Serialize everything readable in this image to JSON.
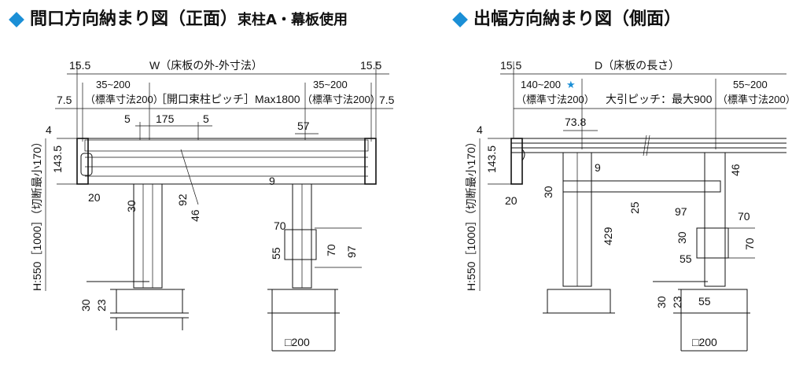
{
  "left": {
    "title": "間口方向納まり図（正面）",
    "subtitle": "束柱A・幕板使用",
    "dims": {
      "w_overall": "W（床板の外-外寸法）",
      "d155_left": "15.5",
      "d155_right": "15.5",
      "d75_left": "7.5",
      "d75_right": "7.5",
      "std_left_range": "35~200",
      "std_left_label": "（標準寸法200）",
      "std_right_range": "35~200",
      "std_right_label": "（標準寸法200）",
      "pitch": "［開口束柱ピッチ］Max1800",
      "d5_a": "5",
      "d175": "175",
      "d5_b": "5",
      "d57": "57",
      "d4": "4",
      "d1435": "143.5",
      "d9": "9",
      "d20": "20",
      "d30_top": "30",
      "d92": "92",
      "d46": "46",
      "d70_a": "70",
      "d70_b": "70",
      "d97": "97",
      "d55": "55",
      "d30_bot": "30",
      "d23": "23",
      "height_label": "H:550［1000］（切断最小170）",
      "footing": "□200"
    }
  },
  "right": {
    "title": "出幅方向納まり図（側面）",
    "dims": {
      "d155": "15.5",
      "d_overall": "D（床板の長さ）",
      "std_left_range": "140~200",
      "std_left_star": "★",
      "std_left_label": "（標準寸法200）",
      "pitch": "大引ピッチ：最大900",
      "std_right_range": "55~200",
      "std_right_label": "（標準寸法200）",
      "d738": "73.8",
      "d4": "4",
      "d1435": "143.5",
      "d9": "9",
      "d46": "46",
      "d30_a": "30",
      "d20": "20",
      "d25": "25",
      "d429": "429",
      "d97": "97",
      "d70_a": "70",
      "d30_b": "30",
      "d70_b": "70",
      "d55_a": "55",
      "d30_c": "30",
      "d23": "23",
      "d55_b": "55",
      "height_label": "H:550［1000］（切断最小170）",
      "footing": "□200"
    }
  },
  "colors": {
    "accent": "#1b8fd6",
    "line": "#111111"
  }
}
